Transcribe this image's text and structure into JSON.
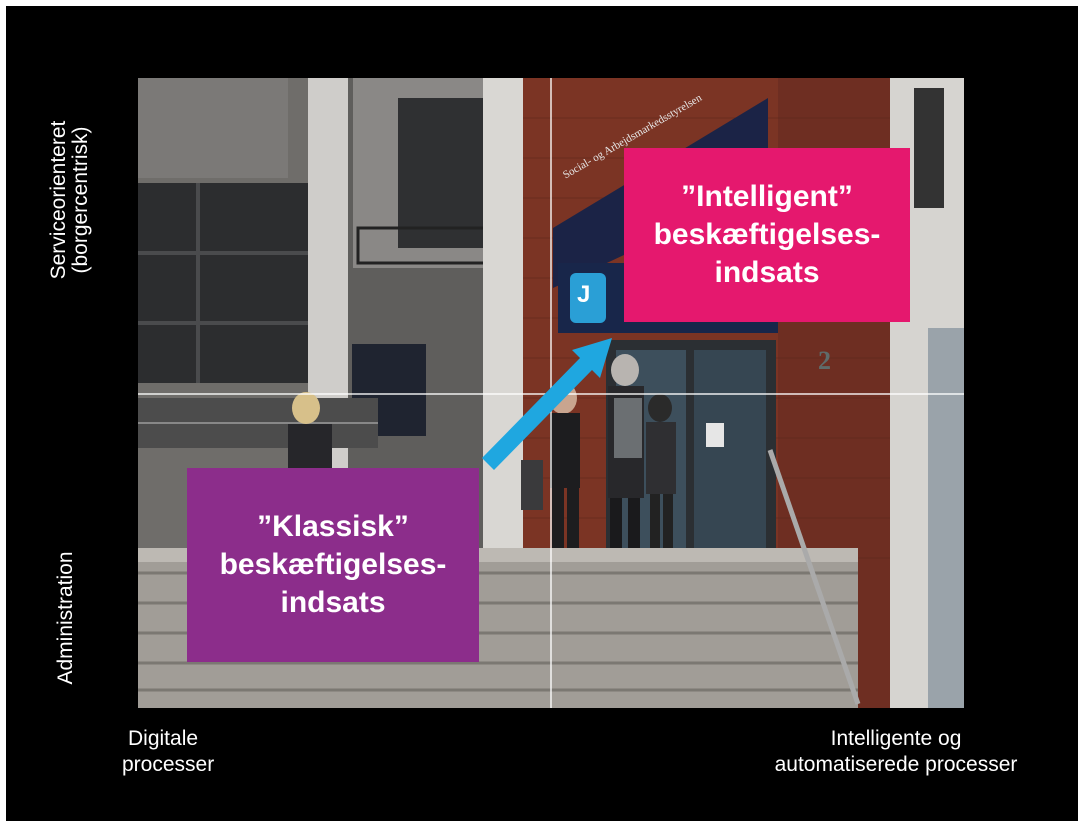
{
  "axes": {
    "y_top_line1": "Serviceorienteret",
    "y_top_line2": "(borgercentrisk)",
    "y_bottom": "Administration",
    "x_left_line1": "Digitale",
    "x_left_line2": "processer",
    "x_right_line1": "Intelligente og",
    "x_right_line2": "automatiserede processer"
  },
  "boxes": {
    "intelligent_line1": "”Intelligent”",
    "intelligent_line2": "beskæftigelses-",
    "intelligent_line3": "indsats",
    "klassisk_line1": "”Klassisk”",
    "klassisk_line2": "beskæftigelses-",
    "klassisk_line3": "indsats"
  },
  "photo_signs": {
    "main_sign": "Social- og Arbejdsmarkedsstyrelsen",
    "jobcenter_logo": "J",
    "building_number": "2"
  },
  "colors": {
    "intelligent_box": "#e5186e",
    "klassisk_box": "#8c2d8b",
    "arrow": "#1fa7e0"
  }
}
